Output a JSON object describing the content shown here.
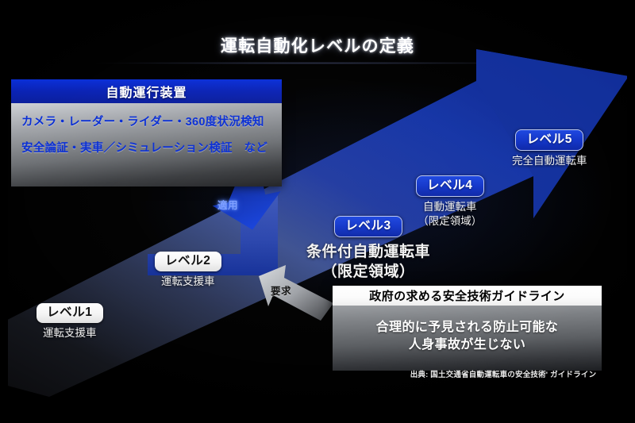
{
  "page": {
    "title": "運転自動化レベルの定義",
    "background_color": "#000000",
    "accent_blue": "#0c27a8",
    "bright_blue": "#1b3fa8"
  },
  "ads_panel": {
    "header": "自動運行装置",
    "lines": [
      "カメラ・レーダー・ライダー・360度状況検知",
      "安全論証・実車／シミュレーション検証　など"
    ],
    "header_color": "#0a23b6",
    "text_color": "#0a2fd4"
  },
  "gov_panel": {
    "header": "政府の求める安全技術ガイドライン",
    "lines": [
      "合理的に予見される防止可能な",
      "人身事故が生じない"
    ]
  },
  "source": "出典: 国土交通省自動運転車の安全技術' ガイドライン",
  "levels": [
    {
      "badge": "レベル1",
      "caption": "運転支援車",
      "style": "light"
    },
    {
      "badge": "レベル2",
      "caption": "運転支援車",
      "style": "light"
    },
    {
      "badge": "レベル3",
      "caption_line1": "条件付自動運転車",
      "caption_line2": "（限定領域）",
      "style": "blue"
    },
    {
      "badge": "レベル4",
      "caption_line1": "自動運転車",
      "caption_line2": "（限定領域）",
      "style": "blue"
    },
    {
      "badge": "レベル5",
      "caption": "完全自動運転車",
      "style": "blue"
    }
  ],
  "arrow_labels": {
    "apply": "適用",
    "require": "要求"
  }
}
